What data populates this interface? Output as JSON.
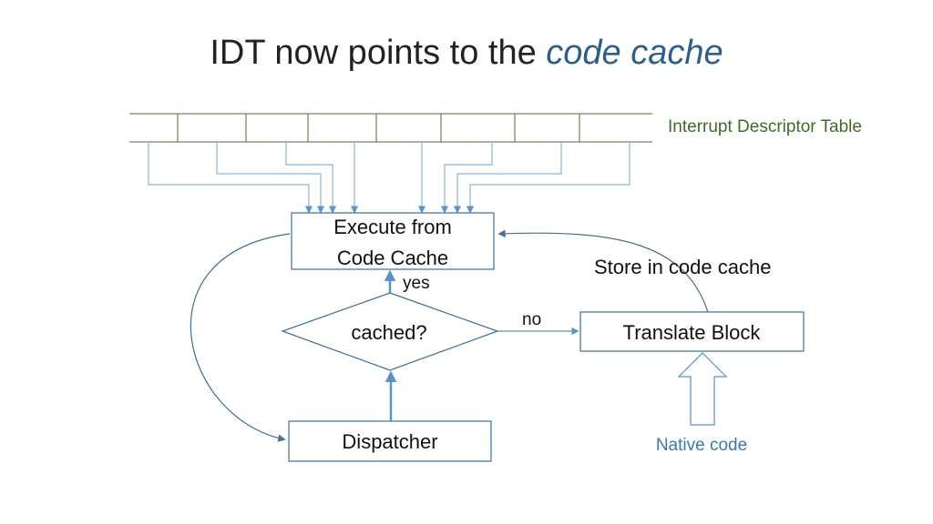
{
  "title": {
    "prefix": "IDT now points to the ",
    "emphasis": "code cache"
  },
  "idt": {
    "label": "Interrupt Descriptor Table"
  },
  "nodes": {
    "execute_line1": "Execute from",
    "execute_line2": "Code Cache",
    "cached": "cached?",
    "translate": "Translate Block",
    "dispatcher": "Dispatcher"
  },
  "edge_labels": {
    "yes": "yes",
    "no": "no",
    "store": "Store in code cache",
    "native": "Native code"
  },
  "colors": {
    "title_text": "#222222",
    "title_emphasis": "#2e5f8a",
    "idt_line": "#4a6b35",
    "idt_label": "#3f6a2a",
    "box_stroke": "#3b6e99",
    "arrow_light": "#8fb3d3",
    "arrow_medium": "#5b93c4",
    "arrow_dark": "#4a6e8f",
    "native_label": "#3a78b0",
    "text": "#111111"
  }
}
